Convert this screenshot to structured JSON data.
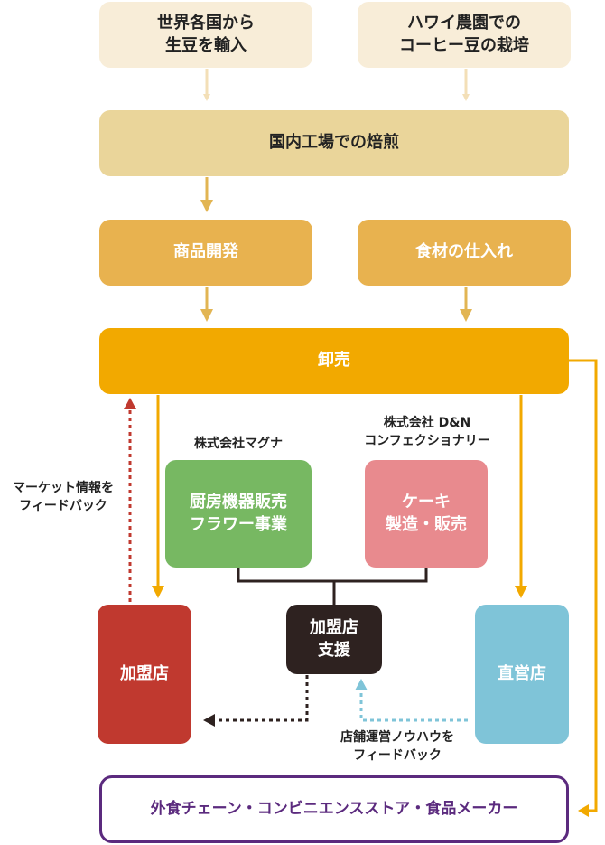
{
  "nodes": {
    "import": {
      "line1": "世界各国から",
      "line2": "生豆を輸入"
    },
    "hawaii": {
      "line1": "ハワイ農園での",
      "line2": "コーヒー豆の栽培"
    },
    "roasting": {
      "label": "国内工場での焙煎"
    },
    "product_dev": {
      "label": "商品開発"
    },
    "procurement": {
      "label": "食材の仕入れ"
    },
    "wholesale": {
      "label": "卸売"
    },
    "magna": {
      "company": "株式会社マグナ",
      "line1": "厨房機器販売",
      "line2": "フラワー事業"
    },
    "dn": {
      "company_line1": "株式会社 D&N",
      "company_line2": "コンフェクショナリー",
      "line1": "ケーキ",
      "line2": "製造・販売"
    },
    "franchise_support": {
      "line1": "加盟店",
      "line2": "支援"
    },
    "franchise": {
      "label": "加盟店"
    },
    "direct_store": {
      "label": "直営店"
    },
    "customers": {
      "label": "外食チェーン・コンビニエンスストア・食品メーカー"
    }
  },
  "annotations": {
    "market_feedback": {
      "line1": "マーケット情報を",
      "line2": "フィードバック"
    },
    "store_feedback": {
      "line1": "店舗運営ノウハウを",
      "line2": "フィードバック"
    }
  },
  "colors": {
    "pale": "#f8edd8",
    "light_gold": "#ead59a",
    "gold": "#e8b24f",
    "orange": "#f2a900",
    "green": "#77b862",
    "pink": "#e88a8e",
    "dark": "#2e2220",
    "red": "#c0392f",
    "blue": "#7fc4d8",
    "purple": "#5b2a7e"
  }
}
